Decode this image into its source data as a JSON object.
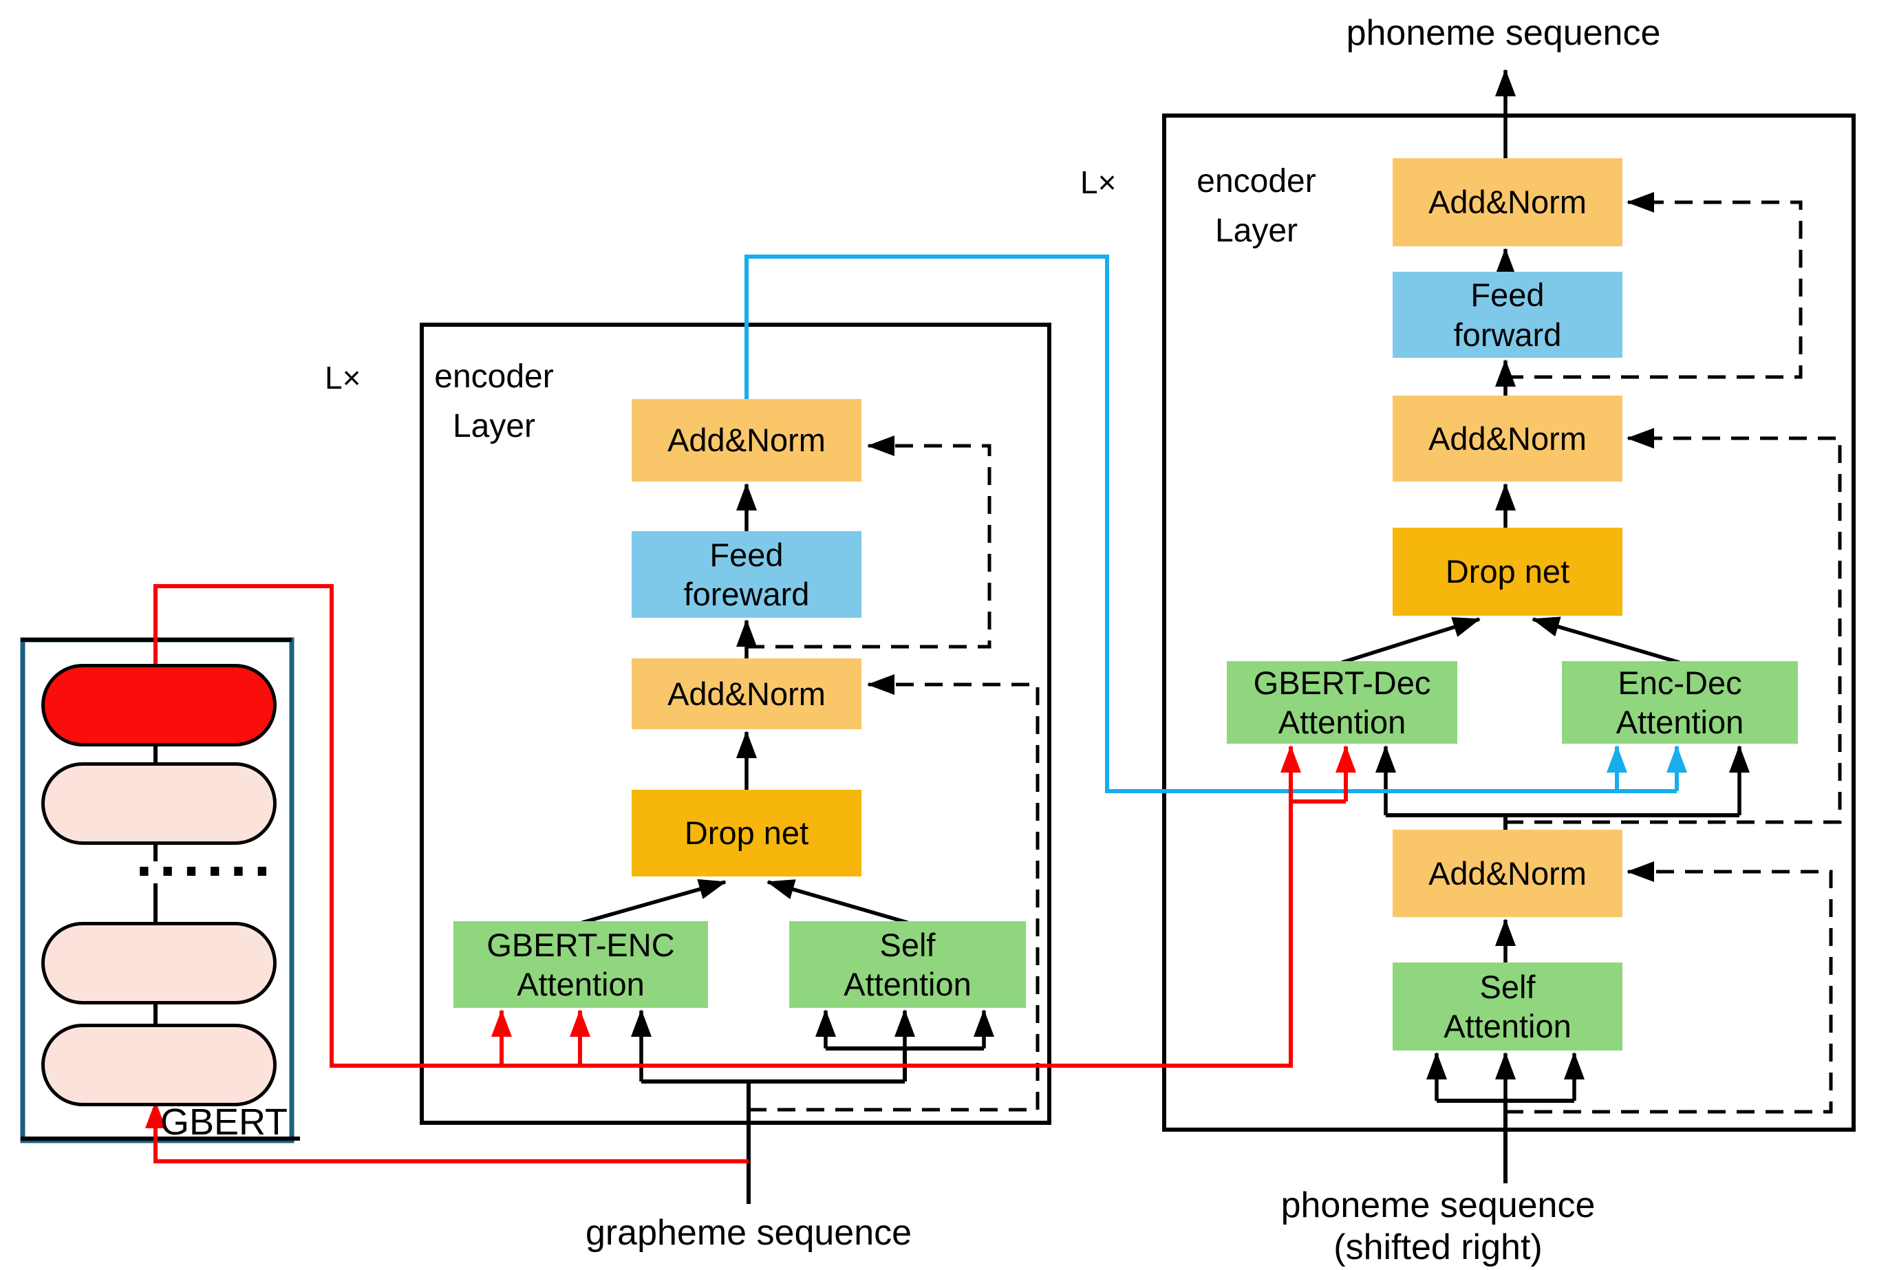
{
  "labels": {
    "top_output": "phoneme sequence",
    "grapheme_input": "grapheme sequence",
    "phoneme_input": "phoneme sequence\n(shifted right)"
  },
  "gbert": {
    "label": "GBERT",
    "ellipsis": "······"
  },
  "encoder": {
    "repeat": "L×",
    "name": "encoder\nLayer",
    "add_norm_top": "Add&Norm",
    "feed_forward": "Feed\nforeward",
    "add_norm_mid": "Add&Norm",
    "drop_net": "Drop net",
    "gbert_enc_attention": "GBERT-ENC\nAttention",
    "self_attention": "Self\nAttention"
  },
  "decoder": {
    "repeat": "L×",
    "name": "encoder\nLayer",
    "add_norm_top": "Add&Norm",
    "feed_forward": "Feed\nforward",
    "add_norm_mid": "Add&Norm",
    "drop_net": "Drop net",
    "gbert_dec_attention": "GBERT-Dec\nAttention",
    "enc_dec_attention": "Enc-Dec\nAttention",
    "add_norm_low": "Add&Norm",
    "self_attention": "Self\nAttention"
  },
  "colors": {
    "add_norm": "#F9C76A",
    "drop_net": "#F6B60B",
    "feed_forward": "#7EC9E9",
    "attention": "#8FD67E",
    "gbert_pill": "#FBE3DB",
    "gbert_top_pill": "#FB0D0B",
    "red_line": "#FB0000",
    "cyan_line": "#18ADEC",
    "teal_border": "#1A607F",
    "black": "#000000"
  }
}
